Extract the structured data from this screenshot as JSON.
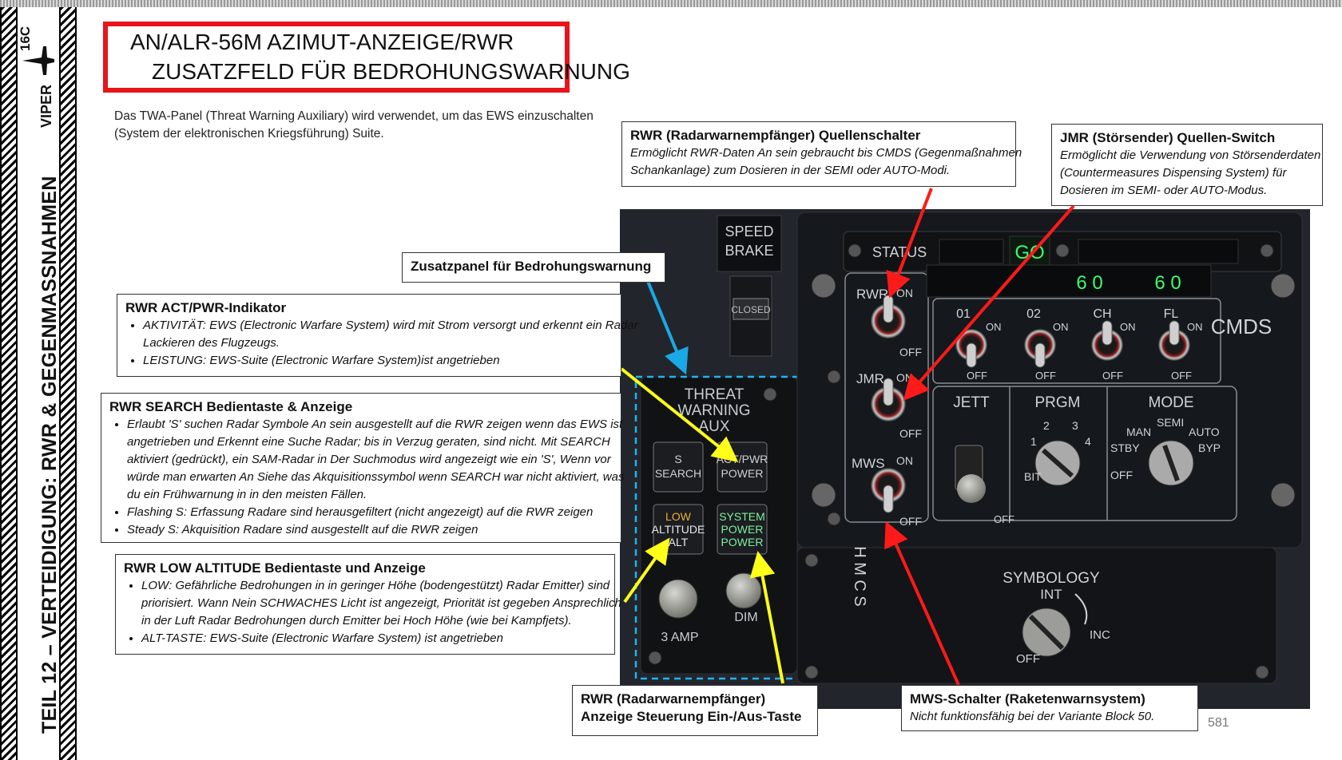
{
  "sidebar": {
    "chapter": "TEIL 12 – VERTEIDIGUNG: RWR & GEGENMASSNAHMEN",
    "aircraft": "VIPER",
    "model": "16C"
  },
  "header": {
    "title_line1": "AN/ALR-56M AZIMUT-ANZEIGE/RWR",
    "title_line2": "ZUSATZFELD FÜR BEDROHUNGSWARNUNG"
  },
  "intro": {
    "line1": "Das TWA-Panel (Threat Warning Auxiliary) wird verwendet, um das EWS einzuschalten",
    "line2": "(System der elektronischen Kriegsführung) Suite."
  },
  "callouts": {
    "rwr_source": {
      "heading": "RWR (Radarwarnempfänger) Quellenschalter",
      "line1": "Ermöglicht RWR-Daten An sein gebraucht bis CMDS (Gegenmaßnahmen",
      "line2": "Schankanlage) zum Dosieren in der SEMI oder AUTO-Modi."
    },
    "jmr_source": {
      "heading": "JMR (Störsender) Quellen-Switch",
      "line1": "Ermöglicht die Verwendung von Störsenderdaten",
      "line2": "(Countermeasures Dispensing System) für",
      "line3": "Dosieren im SEMI- oder AUTO-Modus."
    },
    "aux_panel": {
      "heading": "Zusatzpanel für Bedrohungswarnung"
    },
    "act_pwr": {
      "heading": "RWR ACT/PWR-Indikator",
      "b1l1": "AKTIVITÄT: EWS (Electronic Warfare System) wird mit Strom versorgt und erkennt ein Radar",
      "b1l2": "Lackieren des Flugzeugs.",
      "b2": "LEISTUNG: EWS-Suite (Electronic Warfare System)ist angetrieben"
    },
    "search": {
      "heading": "RWR SEARCH Bedientaste & Anzeige",
      "b1l1": "Erlaubt 'S' suchen Radar Symbole An sein ausgestellt auf die RWR zeigen wenn das EWS ist",
      "b1l2": "angetrieben und Erkennt eine Suche Radar; bis in Verzug geraten, sind nicht. Mit SEARCH",
      "b1l3": "aktiviert (gedrückt), ein SAM-Radar in Der Suchmodus wird angezeigt wie ein 'S', Wenn vor",
      "b1l4": "würde man erwarten An Siehe das Akquisitionssymbol wenn SEARCH war nicht aktiviert, was",
      "b1l5": "du ein Frühwarnung in in den meisten Fällen.",
      "b2": "Flashing S: Erfassung Radare sind herausgefiltert (nicht angezeigt) auf die RWR zeigen",
      "b3": "Steady S: Akquisition Radare sind ausgestellt auf die RWR zeigen"
    },
    "low_alt": {
      "heading": "RWR LOW ALTITUDE Bedientaste und Anzeige",
      "b1l1": "LOW: Gefährliche Bedrohungen in in geringer Höhe (bodengestützt) Radar Emitter) sind",
      "b1l2": "priorisiert. Wann Nein SCHWACHES Licht ist angezeigt, Priorität ist gegeben Ansprechlich",
      "b1l3": "in der Luft Radar Bedrohungen durch Emitter bei Hoch Höhe (wie bei Kampfjets).",
      "b2": "ALT-TASTE: EWS-Suite (Electronic Warfare System) ist angetrieben"
    },
    "power_btn": {
      "line1": "RWR (Radarwarnempfänger)",
      "line2": "Anzeige Steuerung Ein-/Aus-Taste"
    },
    "mws": {
      "heading": "MWS-Schalter (Raketenwarnsystem)",
      "text": "Nicht funktionsfähig bei der Variante Block 50."
    }
  },
  "panel": {
    "speed_brake_l1": "SPEED",
    "speed_brake_l2": "BRAKE",
    "closed": "CLOSED",
    "twa_l1": "THREAT",
    "twa_l2": "WARNING",
    "twa_l3": "AUX",
    "btn_search_l1": "S",
    "btn_search_l2": "SEARCH",
    "btn_actpwr_l1": "ACT/PWR",
    "btn_actpwr_l2": "POWER",
    "btn_low_l1": "LOW",
    "btn_low_l2": "ALTITUDE",
    "btn_low_l3": "ALT",
    "btn_sys_l1": "SYSTEM",
    "btn_sys_l2": "POWER",
    "btn_sys_l3": "POWER",
    "amp": "3 AMP",
    "dim": "DIM",
    "status": "STATUS",
    "go": "GO",
    "rwr": "RWR",
    "jmr": "JMR",
    "mws": "MWS",
    "on": "ON",
    "off": "OFF",
    "ch_01": "01",
    "ch_02": "02",
    "ch_ch": "CH",
    "ch_fl": "FL",
    "disp_ch": "6 0",
    "disp_fl": "6 0",
    "cmds": "CMDS",
    "jett": "JETT",
    "prgm": "PRGM",
    "mode": "MODE",
    "prgm_bit": "BIT",
    "prgm_1": "1",
    "prgm_2": "2",
    "prgm_3": "3",
    "prgm_4": "4",
    "mode_man": "MAN",
    "mode_semi": "SEMI",
    "mode_auto": "AUTO",
    "mode_stby": "STBY",
    "mode_byp": "BYP",
    "mode_off": "OFF",
    "hmcs": "H M C S",
    "symbology_l1": "SYMBOLOGY",
    "symbology_l2": "INT",
    "inc": "INC",
    "sym_off": "OFF"
  },
  "page_number": "581",
  "colors": {
    "title_border": "#e8141b",
    "arrow_red": "#ff1a1a",
    "arrow_yellow": "#ffff1a",
    "arrow_blue": "#19a9e6",
    "dashed_blue": "#1fb4f0",
    "display_green": "#3cff6a"
  }
}
